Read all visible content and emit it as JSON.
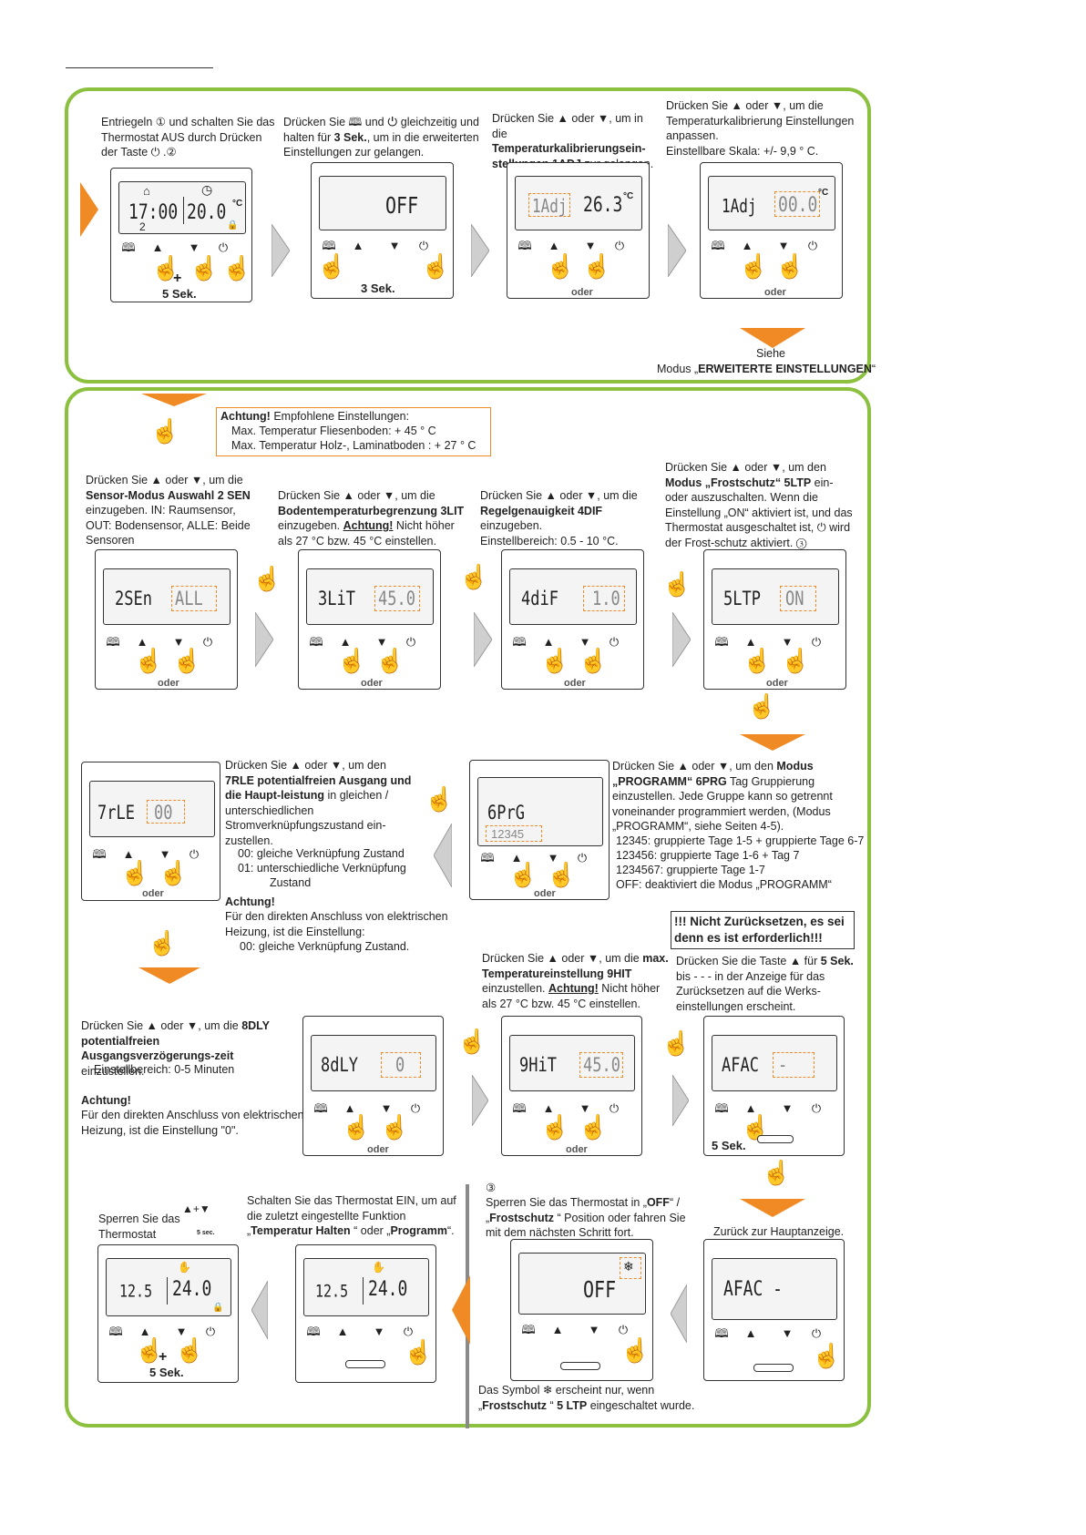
{
  "colors": {
    "panel_border": "#8cc03f",
    "accent_orange": "#f08a24",
    "arrow_gray": "#cfcfcf"
  },
  "icons": {
    "hand": "pressing-hand-icon",
    "book": "book-icon",
    "power": "power-icon",
    "up": "triangle-up-icon",
    "down": "triangle-down-icon"
  },
  "buttons": {
    "book": "🕮",
    "up": "▲",
    "down": "▼",
    "power": "⏻"
  },
  "hand_glyph": "☝",
  "step1": {
    "text": "Entriegeln ① und schalten Sie das Thermostat AUS durch Drücken der Taste ⏻ .②",
    "time": "17:00",
    "temp": "20.0",
    "unit": "°C",
    "row2": "2",
    "sek": "5 Sek.",
    "plus": "+"
  },
  "step2": {
    "pre": "Drücken Sie 🕮 und ⏻ gleichzeitig und halten für ",
    "bold": "3 Sek.",
    "post": ", um in die erweiterten Einstellungen zur gelangen.",
    "lcd": "OFF",
    "sek": "3 Sek."
  },
  "step3": {
    "pre": "Drücken Sie ▲ oder ▼, um in die ",
    "bold": "Temperaturkalibrierungsein-stellungen 1ADJ",
    "post": " zur gelangen.",
    "lcd_left": "1Adj",
    "lcd_right": "26.3",
    "unit": "°C",
    "oder": "oder"
  },
  "step4": {
    "text": "Drücken Sie ▲ oder ▼, um die Temperaturkalibrierung Einstellungen anpassen.",
    "scale": "Einstellbare Skala: +/- 9,9 ° C.",
    "lcd_left": "1Adj",
    "lcd_right": "00.0",
    "unit": "°C",
    "oder": "oder"
  },
  "see": {
    "line1": "Siehe",
    "pre": "Modus „",
    "bold": "ERWEITERTE EINSTELLUNGEN",
    "post": "“"
  },
  "notice": {
    "bold": "Achtung!",
    "title": " Empfohlene Einstellungen:",
    "l1": "Max. Temperatur Fliesenboden: + 45 ° C",
    "l2": "Max. Temperatur Holz-, Laminatboden : + 27 ° C"
  },
  "s2sen": {
    "pre": "Drücken Sie ▲ oder ▼, um die ",
    "bold": "Sensor-Modus Auswahl 2 SEN",
    "post": " einzugeben. IN: Raumsensor, OUT: Bodensensor, ALLE: Beide Sensoren",
    "lcd_left": "2SEn",
    "lcd_right": "ALL",
    "oder": "oder"
  },
  "s3lit": {
    "pre": "Drücken Sie ▲ oder ▼, um die ",
    "bold": "Bodentemperaturbegrenzung 3LIT",
    "mid": " einzugeben. ",
    "bold2": "Achtung!",
    "post": " Nicht höher als 27 °C bzw. 45 °C einstellen.",
    "lcd_left": "3LiT",
    "lcd_right": "45.0",
    "oder": "oder"
  },
  "s4dif": {
    "pre": "Drücken Sie ▲ oder ▼, um die ",
    "bold": "Regelgenauigkeit 4DIF",
    "post": " einzugeben.",
    "range": "Einstellbereich: 0.5 - 10 °C.",
    "lcd_left": "4diF",
    "lcd_right": "1.0",
    "oder": "oder"
  },
  "s5ltp": {
    "pre": "Drücken Sie ▲ oder ▼, um den ",
    "bold": "Modus „Frostschutz“ 5LTP",
    "post": " ein- oder auszuschalten. Wenn die Einstellung „ON“ aktiviert ist, und das Thermostat ausgeschaltet ist, ⏻ wird der Frost-schutz aktiviert. ③",
    "lcd_left": "5LTP",
    "lcd_right": "ON",
    "oder": "oder"
  },
  "s7rle": {
    "pre": "Drücken Sie ▲ oder ▼, um den ",
    "bold": "7RLE potentialfreien Ausgang und die Haupt-leistung",
    "post": " in gleichen / unterschiedlichen Stromverknüpfungszustand ein-zustellen.",
    "o1": "00: gleiche Verknüpfung Zustand",
    "o2": "01: unterschiedliche Verknüpfung",
    "o2b": "Zustand",
    "warn": "Achtung!",
    "warn_text": "Für den direkten Anschluss von elektrischen Heizung, ist die Einstellung:",
    "warn_val": "00: gleiche Verknüpfung Zustand.",
    "lcd_left": "7rLE",
    "lcd_right": "00",
    "oder": "oder"
  },
  "s6prg": {
    "pre": "Drücken Sie ▲ oder ▼, um den ",
    "bold": "Modus „PROGRAMM“ 6PRG",
    "post": " Tag Gruppierung einzustellen. Jede Gruppe kann so getrennt voneinander programmiert werden, (Modus „PROGRAMM“, siehe Seiten 4-5).",
    "o1": "12345: gruppierte Tage 1-5 + gruppierte Tage 6-7",
    "o2": "123456: gruppierte Tage 1-6 + Tag 7",
    "o3": "1234567: gruppierte Tage 1-7",
    "o4": "OFF: deaktiviert die Modus „PROGRAMM“",
    "lcd_top": "6PrG",
    "lcd_bottom": "12345",
    "oder": "oder"
  },
  "reset_warn": "!!! Nicht Zurücksetzen, es sei denn es ist erforderlich!!!",
  "s8dly": {
    "pre": "Drücken Sie ▲ oder ▼, um die ",
    "bold": "8DLY potentialfreien Ausgangsverzögerungs-zeit",
    "post": " einzustellen.",
    "range": "Einstellbereich: 0-5 Minuten",
    "warn": "Achtung!",
    "warn_text": "Für den direkten Anschluss von elektrischen Heizung, ist die Einstellung \"0\".",
    "lcd_left": "8dLY",
    "lcd_right": "0",
    "oder": "oder"
  },
  "s9hit": {
    "pre": "Drücken Sie ▲ oder ▼, um die ",
    "bold": "max. Temperatureinstellung 9HIT",
    "mid": " einzustellen. ",
    "bold2": "Achtung!",
    "post": " Nicht höher als 27 °C bzw. 45 °C einstellen.",
    "lcd_left": "9HiT",
    "lcd_right": "45.0",
    "oder": "oder"
  },
  "sreset": {
    "pre": "Drücken Sie die Taste ▲ für ",
    "bold": "5 Sek.",
    "post": " bis - - - in der Anzeige für das Zurücksetzen auf die Werks-einstellungen erscheint.",
    "lcd_left": "AFAC",
    "lcd_right": "-",
    "sek": "5 Sek."
  },
  "lock": {
    "text": "Sperren Sie das Thermostat",
    "icon_label": "5 sec.",
    "temp_left": "12.5",
    "temp_right": "24.0",
    "sek": "5 Sek.",
    "plus": "+"
  },
  "on": {
    "pre": "Schalten Sie das Thermostat EIN, um auf die zuletzt eingestellte Funktion „",
    "bold": "Temperatur Halten",
    "mid": " “ oder „",
    "bold2": "Programm",
    "post": "“.",
    "temp_left": "12.5",
    "temp_right": "24.0"
  },
  "frost": {
    "num": "③",
    "pre": "Sperren Sie das Thermostat in „",
    "bold": "OFF",
    "mid": "“ / „",
    "bold2": "Frostschutz",
    "post": " “ Position oder fahren Sie mit dem nächsten Schritt fort.",
    "lcd": "OFF",
    "note_pre": "Das Symbol ❄ erscheint nur, wenn „",
    "note_bold": "Frostschutz",
    "note_mid": " “ ",
    "note_bold2": "5 LTP",
    "note_post": " eingeschaltet wurde."
  },
  "back": {
    "text": "Zurück zur Hauptanzeige.",
    "lcd": "AFAC -"
  }
}
